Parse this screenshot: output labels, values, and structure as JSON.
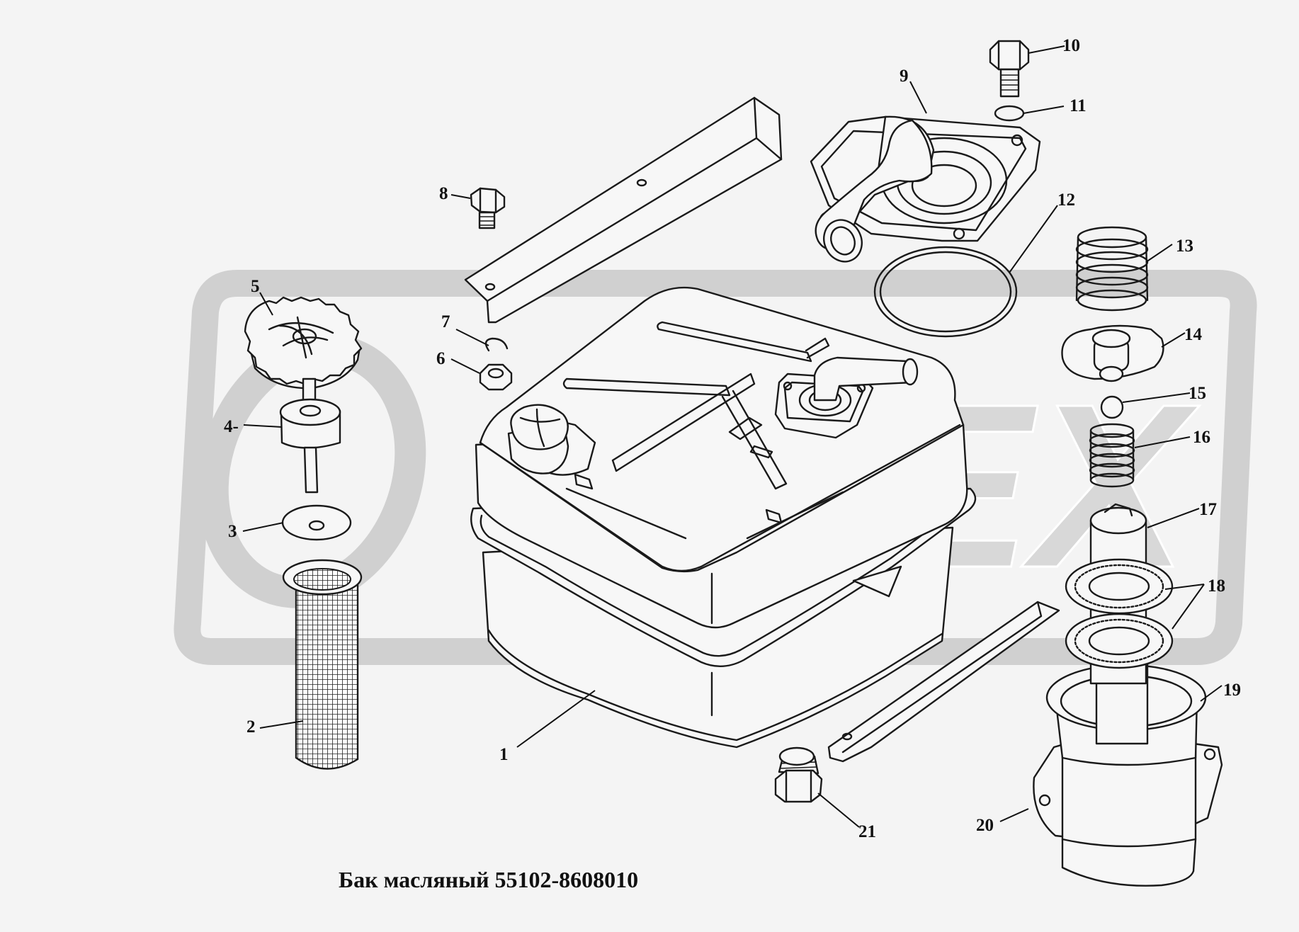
{
  "caption": "Бак масляный 55102-8608010",
  "watermark": "OPEX",
  "callouts": [
    "1",
    "2",
    "3",
    "4-",
    "5",
    "6",
    "7",
    "8",
    "9",
    "10",
    "11",
    "12",
    "13",
    "14",
    "15",
    "16",
    "17",
    "18",
    "19",
    "20",
    "21"
  ],
  "colors": {
    "line": "#1a1a1a",
    "background": "#f4f4f4",
    "watermark": "#d4d4d4"
  }
}
